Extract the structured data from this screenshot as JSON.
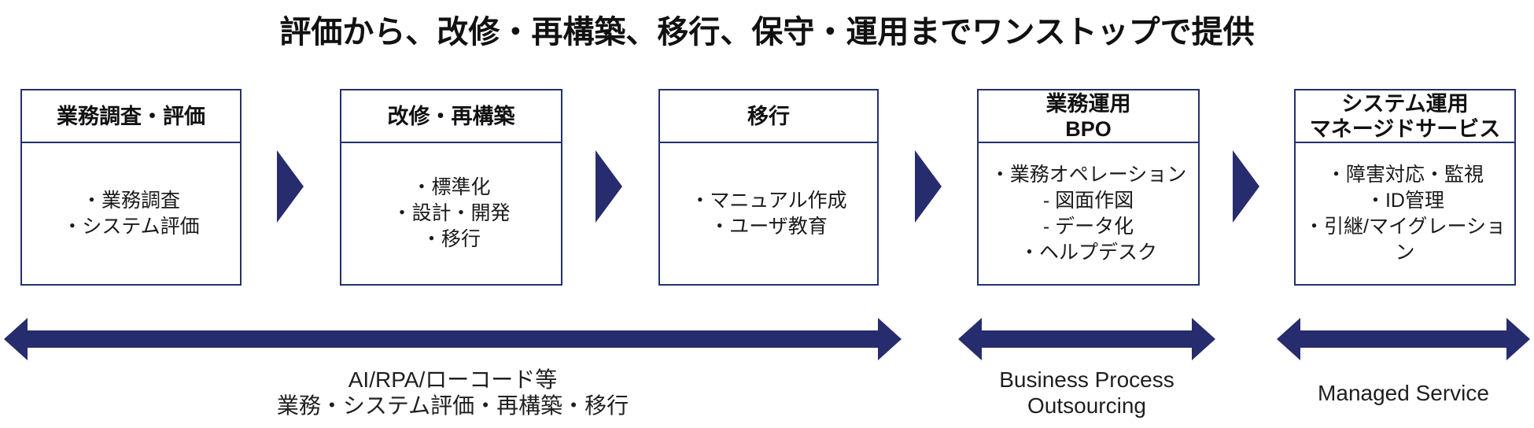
{
  "title": "評価から、改修・再構築、移行、保守・運用までワンストップで提供",
  "colors": {
    "navy": "#262C6D",
    "border_navy": "#24306C"
  },
  "boxes": [
    {
      "header_lines": [
        "業務調査・評価"
      ],
      "items": [
        "・業務調査",
        "・システム評価"
      ]
    },
    {
      "header_lines": [
        "改修・再構築"
      ],
      "items": [
        "・標準化",
        "・設計・開発",
        "・移行"
      ]
    },
    {
      "header_lines": [
        "移行"
      ],
      "items": [
        "・マニュアル作成",
        "・ユーザ教育"
      ]
    },
    {
      "header_lines": [
        "業務運用",
        "BPO"
      ],
      "items": [
        "・業務オペレーション",
        "- 図面作図",
        "- データ化",
        "・ヘルプデスク"
      ]
    },
    {
      "header_lines": [
        "システム運用",
        "マネージドサービス"
      ],
      "items": [
        "・障害対応・監視",
        "・ID管理",
        "・引継/マイグレーション"
      ]
    }
  ],
  "bottom_arrows": [
    {
      "label_lines": [
        "AI/RPA/ローコード等",
        "業務・システム評価・再構築・移行"
      ]
    },
    {
      "label_lines": [
        "Business Process",
        "Outsourcing"
      ]
    },
    {
      "label_lines": [
        "Managed Service"
      ]
    }
  ]
}
